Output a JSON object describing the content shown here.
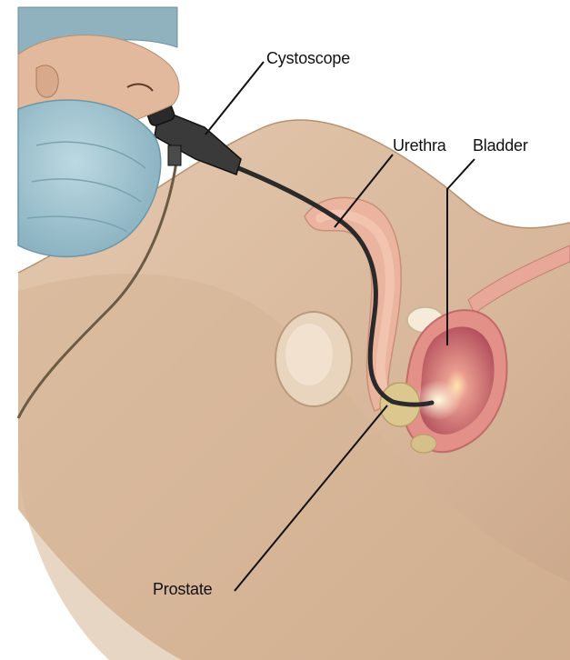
{
  "labels": {
    "cystoscope": "Cystoscope",
    "urethra": "Urethra",
    "bladder": "Bladder",
    "prostate": "Prostate"
  },
  "colors": {
    "skin": "#dcbfa5",
    "skin_shadow": "#c9a585",
    "mask": "#9ec3cf",
    "urethra": "#e6a793",
    "bladder_wall": "#d97d7a",
    "bladder_inner": "#b85560",
    "prostate": "#d9c48c",
    "scope": "#2a2a2a",
    "leader_line": "#111111"
  }
}
